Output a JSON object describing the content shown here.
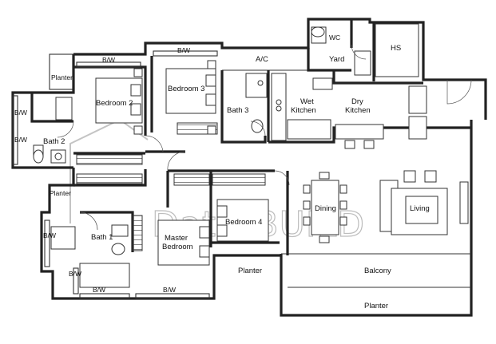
{
  "labels": {
    "planter_top_left": "Planter",
    "bw_top_1": "B/W",
    "bw_top_2": "B/W",
    "ac": "A/C",
    "wc": "WC",
    "yard": "Yard",
    "hs": "HS",
    "bedroom2": "Bedroom 2",
    "bedroom3": "Bedroom 3",
    "bath3": "Bath 3",
    "wet_kitchen_1": "Wet",
    "wet_kitchen_2": "Kitchen",
    "dry_kitchen_1": "Dry",
    "dry_kitchen_2": "Kitchen",
    "bw_left_1": "B/W",
    "bw_left_2": "B/W",
    "bath2": "Bath 2",
    "planter_mid_left": "Planter",
    "bw_left_3": "B/W",
    "bath1": "Bath 1",
    "bw_left_4": "B/W",
    "master_bedroom_1": "Master",
    "master_bedroom_2": "Bedroom",
    "bedroom4": "Bedroom 4",
    "dining": "Dining",
    "living": "Living",
    "planter_mid": "Planter",
    "balcony": "Balcony",
    "bw_bottom_1": "B/W",
    "bw_bottom_2": "B/W",
    "planter_bottom": "Planter"
  },
  "watermark": "Datri.BUILD"
}
